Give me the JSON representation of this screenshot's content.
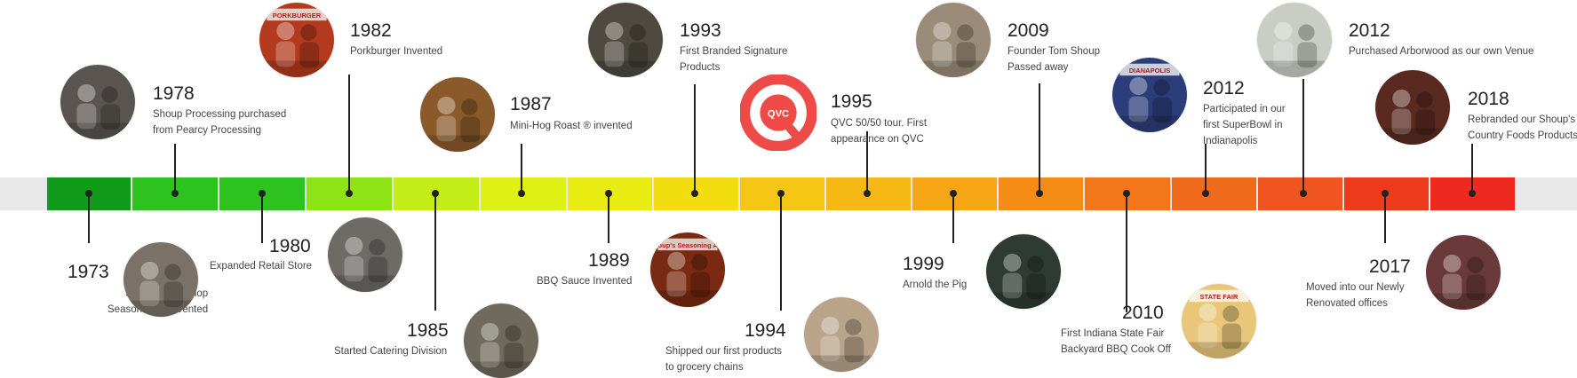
{
  "track_colors": [
    "#119b1a",
    "#2dc21d",
    "#2dc21d",
    "#8de315",
    "#c4ec17",
    "#def014",
    "#e9ec12",
    "#f2de10",
    "#f5c714",
    "#f6b815",
    "#f6a615",
    "#f48c15",
    "#f3761a",
    "#f06a1c",
    "#f05520",
    "#ee3a1c",
    "#ee2a20"
  ],
  "events": [
    {
      "year": "1973",
      "desc": [
        "Shoup's Porkchop",
        "Seasoning is Invented"
      ],
      "photo_icon": "butchers-shop-photo",
      "photo_tone": "#7a7268"
    },
    {
      "year": "1978",
      "desc": [
        "Shoup Processing purchased",
        "from Pearcy Processing"
      ],
      "photo_icon": "butcher-portrait-photo",
      "photo_tone": "#5a5550"
    },
    {
      "year": "1980",
      "desc": [
        "Expanded Retail Store"
      ],
      "photo_icon": "staff-group-photo",
      "photo_tone": "#6e6a66"
    },
    {
      "year": "1982",
      "desc": [
        "Porkburger Invented"
      ],
      "photo_icon": "porkburger-photo",
      "photo_tone": "#b33a1e",
      "photo_caption": "PORKBURGER"
    },
    {
      "year": "1985",
      "desc": [
        "Started Catering Division"
      ],
      "photo_icon": "catering-crew-photo",
      "photo_tone": "#6f6a5c"
    },
    {
      "year": "1987",
      "desc": [
        "Mini-Hog Roast ® invented"
      ],
      "photo_icon": "hog-roast-collage-photo",
      "photo_tone": "#8a5a2a"
    },
    {
      "year": "1989",
      "desc": [
        "BBQ Sauce Invented"
      ],
      "photo_icon": "bbq-sauce-ad-photo",
      "photo_tone": "#7a2a12",
      "photo_caption": "Shoup's Seasoning And"
    },
    {
      "year": "1993",
      "desc": [
        "First Branded Signature",
        "Products"
      ],
      "photo_icon": "team-products-photo",
      "photo_tone": "#4e4a40"
    },
    {
      "year": "1994",
      "desc": [
        "Shipped our first products",
        "to grocery chains"
      ],
      "photo_icon": "grocery-office-photo",
      "photo_tone": "#b9a48a"
    },
    {
      "year": "1995",
      "desc": [
        "QVC 50/50 tour. First",
        "appearance on QVC"
      ],
      "photo_icon": "qvc-logo",
      "photo_tone": "#ee4b48",
      "logo_text": "QVC"
    },
    {
      "year": "1999",
      "desc": [
        "Arnold the Pig"
      ],
      "photo_icon": "arnold-the-pig-photo",
      "photo_tone": "#2f3a34"
    },
    {
      "year": "2009",
      "desc": [
        "Founder Tom Shoup",
        "Passed away"
      ],
      "photo_icon": "founder-portrait-photo",
      "photo_tone": "#9a8c78"
    },
    {
      "year": "2010",
      "desc": [
        "First Indiana State Fair",
        "Backyard BBQ Cook Off"
      ],
      "photo_icon": "state-fair-sign-photo",
      "photo_tone": "#e8c77a",
      "photo_caption": "STATE FAIR"
    },
    {
      "year": "2012",
      "desc": [
        "Participated in our",
        "first SuperBowl in",
        "Indianapolis"
      ],
      "photo_icon": "superbowl-banner-photo",
      "photo_tone": "#2c3e7a",
      "photo_caption": "DIANAPOLIS"
    },
    {
      "year": "2012",
      "desc": [
        "Purchased Arborwood as our own Venue"
      ],
      "photo_icon": "arborwood-venue-photo",
      "photo_tone": "#c9cdc4"
    },
    {
      "year": "2017",
      "desc": [
        "Moved into our Newly",
        "Renovated offices"
      ],
      "photo_icon": "ribbon-cutting-photo",
      "photo_tone": "#6a3a3a"
    },
    {
      "year": "2018",
      "desc": [
        "Rebranded our Shoup's",
        "Country Foods Products"
      ],
      "photo_icon": "sauce-bottles-photo",
      "photo_tone": "#5a2a20"
    }
  ]
}
